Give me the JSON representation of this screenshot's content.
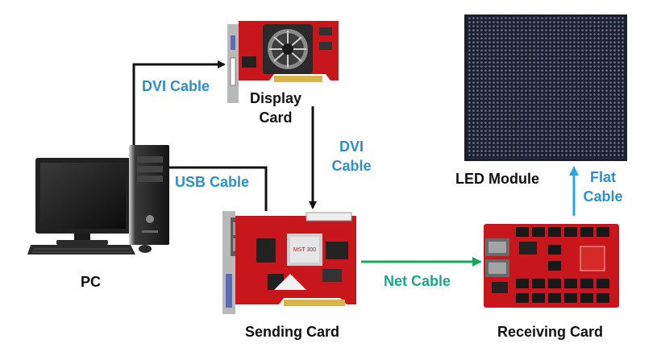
{
  "colors": {
    "pcb_red": "#c8161d",
    "cable_blue": "#2f8fc8",
    "net_green": "#19a85a",
    "flat_cyan": "#29a9d8",
    "led_dark": "#1e2230",
    "arrow_black": "#111111"
  },
  "devices": {
    "pc": {
      "label": "PC",
      "icon": "desktop-pc-icon"
    },
    "display_card": {
      "label_line1": "Display",
      "label_line2": "Card",
      "icon": "graphics-card-icon"
    },
    "sending_card": {
      "label": "Sending Card",
      "chip_text": "MST 300",
      "icon": "sending-card-icon"
    },
    "receiving_card": {
      "label": "Receiving Card",
      "icon": "receiving-card-icon"
    },
    "led_module": {
      "label": "LED Module",
      "icon": "led-panel-icon"
    }
  },
  "connections": {
    "pc_to_display": {
      "label": "DVI Cable"
    },
    "display_to_sending": {
      "label_line1": "DVI",
      "label_line2": "Cable"
    },
    "pc_to_sending": {
      "label": "USB Cable"
    },
    "sending_to_receiving": {
      "label": "Net Cable"
    },
    "receiving_to_led": {
      "label_line1": "Flat",
      "label_line2": "Cable"
    }
  }
}
